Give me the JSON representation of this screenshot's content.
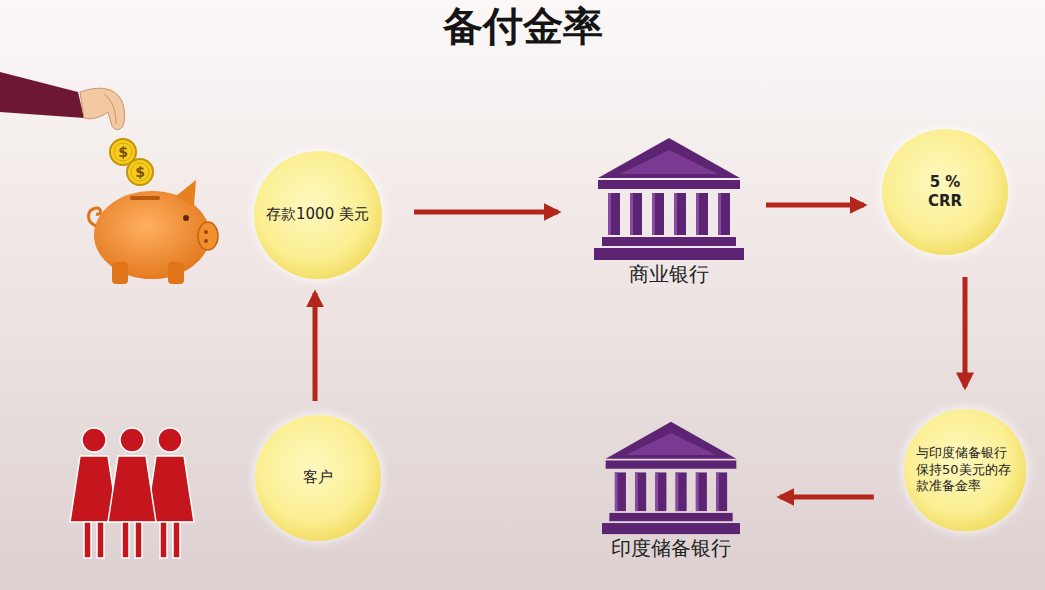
{
  "diagram": {
    "title": "备付金率",
    "nodes": [
      {
        "text": [
          "存款1000 美元"
        ]
      },
      {
        "text": [
          "商业银行"
        ]
      },
      {
        "text": [
          "5 % CRR"
        ]
      },
      {
        "text": [
          "与印度储备银行 保持50美元的存 款准备金率"
        ]
      },
      {
        "text": [
          "印度储备银行"
        ]
      },
      {
        "text": [
          "客户"
        ]
      }
    ],
    "edges": [
      {
        "from": 0,
        "to": 1,
        "arrow": "to"
      },
      {
        "from": 1,
        "to": 2,
        "arrow": "to"
      },
      {
        "from": 2,
        "to": 3,
        "arrow": "to"
      },
      {
        "from": 3,
        "to": 4,
        "arrow": "to"
      },
      {
        "from": 5,
        "to": 0,
        "arrow": "to"
      }
    ],
    "labels": [
      "$",
      "$"
    ]
  }
}
